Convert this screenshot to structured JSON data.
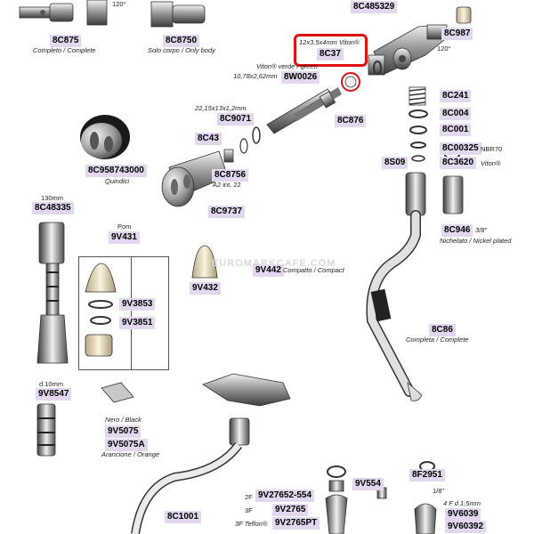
{
  "watermark": "EUROMARKCAFE.COM",
  "parts": [
    {
      "id": "8c875",
      "code": "8C875",
      "note": "Completo / Complete"
    },
    {
      "id": "8c8750",
      "code": "8C8750",
      "note": "Solo corpo / Only body"
    },
    {
      "id": "8c485329",
      "code": "8C485329"
    },
    {
      "id": "8c987",
      "code": "8C987"
    },
    {
      "id": "8c37",
      "code": "8C37",
      "note": "12x3,5x4mm Viton®"
    },
    {
      "id": "8w0026",
      "code": "8W0026",
      "note": "Viton® verde / green",
      "note2": "10,78x2,62mm"
    },
    {
      "id": "8c9071",
      "code": "8C9071",
      "note": "22,15x13x1,2mm"
    },
    {
      "id": "8c876",
      "code": "8C876"
    },
    {
      "id": "8c241",
      "code": "8C241"
    },
    {
      "id": "8c004",
      "code": "8C004"
    },
    {
      "id": "8c001",
      "code": "8C001"
    },
    {
      "id": "8c00325",
      "code": "8C00325",
      "note": "NBR70"
    },
    {
      "id": "8c3620",
      "code": "8C3620",
      "note": "Viton®"
    },
    {
      "id": "8s09",
      "code": "8S09"
    },
    {
      "id": "8c43",
      "code": "8C43"
    },
    {
      "id": "8c8756",
      "code": "8C8756",
      "note": "A2 int. 22"
    },
    {
      "id": "8c958743000",
      "code": "8C958743000",
      "note": "Quindici"
    },
    {
      "id": "8c9737",
      "code": "8C9737"
    },
    {
      "id": "8c48335",
      "code": "8C48335",
      "note": "130mm"
    },
    {
      "id": "9v431",
      "code": "9V431",
      "note": "Pom"
    },
    {
      "id": "8c946",
      "code": "8C946",
      "note": "3/8\"",
      "note2": "Nichelato / Nickel plated"
    },
    {
      "id": "9v442",
      "code": "9V442",
      "note": "Compatto / Compact"
    },
    {
      "id": "9v432",
      "code": "9V432"
    },
    {
      "id": "9v3853",
      "code": "9V3853"
    },
    {
      "id": "9v3851",
      "code": "9V3851"
    },
    {
      "id": "8c86",
      "code": "8C86",
      "note": "Completa / Complete"
    },
    {
      "id": "9v8547",
      "code": "9V8547",
      "note": "d.10mm"
    },
    {
      "id": "9v5075",
      "code": "9V5075",
      "note": "Nero / Black"
    },
    {
      "id": "9v5075a",
      "code": "9V5075A",
      "note": "Arancione / Orange"
    },
    {
      "id": "9v27652-554",
      "code": "9V27652-554",
      "note": "2F"
    },
    {
      "id": "9v554",
      "code": "9V554"
    },
    {
      "id": "8f2951",
      "code": "8F2951"
    },
    {
      "id": "9v2765",
      "code": "9V2765",
      "note": "3F"
    },
    {
      "id": "9v2765pt",
      "code": "9V2765PT",
      "note": "3F Teflon®"
    },
    {
      "id": "9v6039",
      "code": "9V6039",
      "note": "4 F d.1,5mm"
    },
    {
      "id": "9v60392",
      "code": "9V60392"
    },
    {
      "id": "8c1001",
      "code": "8C1001"
    }
  ],
  "misc_labels": {
    "angle1": "120°",
    "angle2": "120°",
    "thread": "1/8\""
  },
  "colors": {
    "label_bg": "#e3d7ef",
    "highlight": "#e01010",
    "line": "#333333"
  }
}
